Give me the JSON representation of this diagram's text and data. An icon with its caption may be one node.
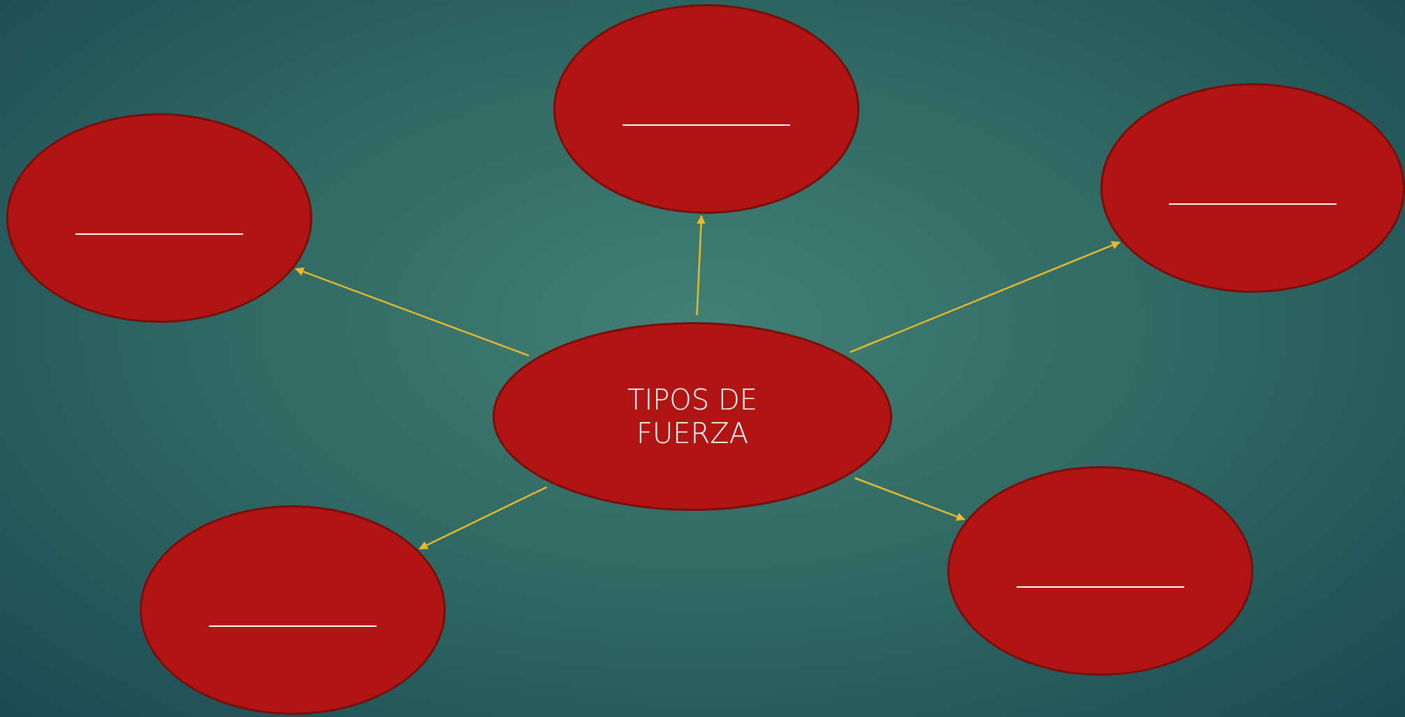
{
  "diagram": {
    "nodes": [
      {
        "text": [],
        "shape": "ellipse"
      },
      {
        "text": [],
        "shape": "ellipse"
      },
      {
        "text": [],
        "shape": "ellipse"
      },
      {
        "text": [
          "TIPOS DE FUERZA"
        ]
      },
      {
        "text": [],
        "shape": "ellipse"
      },
      {
        "text": [],
        "shape": "ellipse"
      }
    ],
    "edges": [
      {
        "from": 3,
        "to": 0,
        "arrow": "to"
      },
      {
        "from": 3,
        "to": 1,
        "arrow": "to"
      },
      {
        "from": 3,
        "to": 2,
        "arrow": "to"
      },
      {
        "from": 3,
        "to": 4,
        "arrow": "to"
      },
      {
        "from": 3,
        "to": 5,
        "arrow": "to"
      }
    ]
  }
}
